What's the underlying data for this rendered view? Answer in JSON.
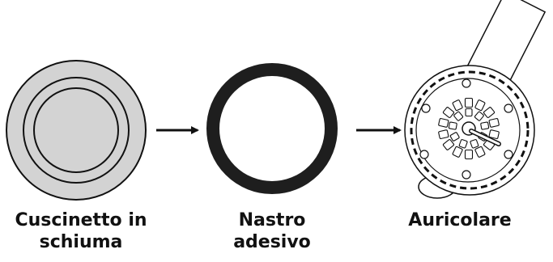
{
  "labels": {
    "foam_line1": "Cuscinetto in",
    "foam_line2": "schiuma",
    "tape_line1": "Nastro",
    "tape_line2": "adesivo",
    "earpiece": "Auricolare"
  },
  "colors": {
    "foam_fill": "#d3d3d3",
    "outline": "#111111",
    "ring": "#1e1e1e",
    "background": "#ffffff"
  },
  "icons": {
    "foam": "foam-cushion-icon",
    "tape": "adhesive-ring-icon",
    "earpiece": "earpiece-icon",
    "arrow": "right-arrow-icon"
  }
}
